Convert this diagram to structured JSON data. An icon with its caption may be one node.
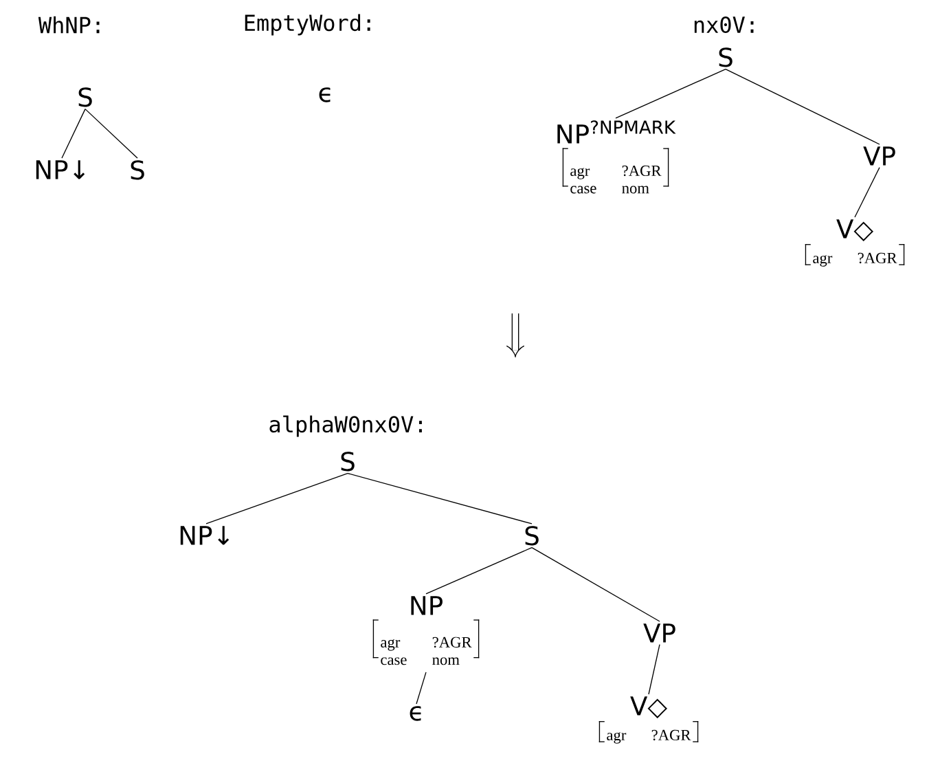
{
  "diagram": {
    "nodes": [
      {
        "text": [
          "S"
        ]
      },
      {
        "text": [
          "NP↓"
        ]
      },
      {
        "text": [
          "S"
        ]
      },
      {
        "text": [
          "ϵ"
        ]
      },
      {
        "text": [
          "S"
        ]
      },
      {
        "text": [
          "NP$^{?NPMARK}$",
          "agr",
          "?AGR",
          "case",
          "nom"
        ]
      },
      {
        "text": [
          "VP"
        ]
      },
      {
        "text": [
          "V◇",
          "agr",
          "?AGR"
        ]
      },
      {
        "text": [
          "S"
        ]
      },
      {
        "text": [
          "NP↓"
        ]
      },
      {
        "text": [
          "S"
        ]
      },
      {
        "text": [
          "NP",
          "agr",
          "?AGR",
          "case",
          "nom"
        ]
      },
      {
        "text": [
          "ϵ"
        ]
      },
      {
        "text": [
          "VP"
        ]
      },
      {
        "text": [
          "V◇",
          "agr",
          "?AGR"
        ]
      }
    ],
    "edges": [
      {
        "from": 0,
        "to": 1,
        "arrow": "none"
      },
      {
        "from": 0,
        "to": 2,
        "arrow": "none"
      },
      {
        "from": 4,
        "to": 5,
        "arrow": "none"
      },
      {
        "from": 4,
        "to": 6,
        "arrow": "none"
      },
      {
        "from": 6,
        "to": 7,
        "arrow": "none"
      },
      {
        "from": 8,
        "to": 9,
        "arrow": "none"
      },
      {
        "from": 8,
        "to": 10,
        "arrow": "none"
      },
      {
        "from": 10,
        "to": 11,
        "arrow": "none"
      },
      {
        "from": 10,
        "to": 13,
        "arrow": "none"
      },
      {
        "from": 11,
        "to": 12,
        "arrow": "none"
      },
      {
        "from": 13,
        "to": 14,
        "arrow": "none"
      }
    ],
    "labels": [
      "WhNP:",
      "EmptyWord:",
      "nx0V:",
      "alphaW0nx0V:"
    ]
  }
}
